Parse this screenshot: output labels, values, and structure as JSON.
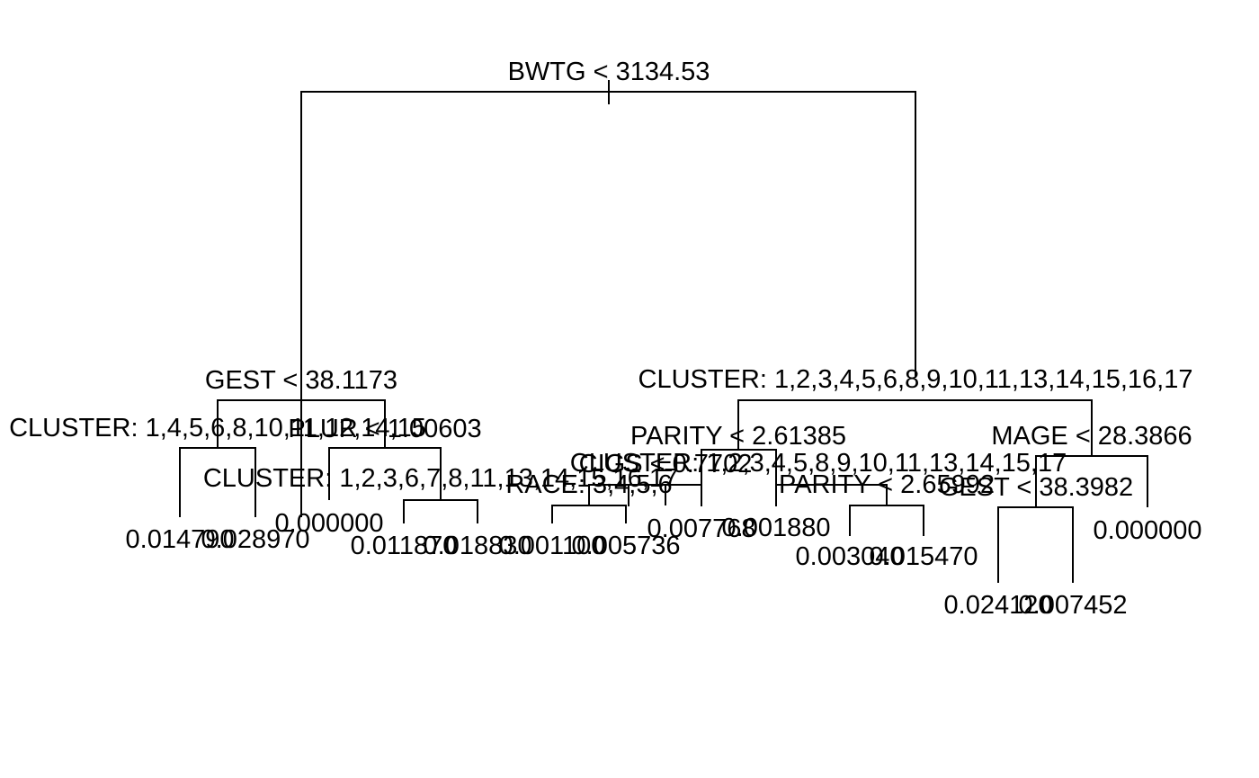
{
  "colors": {
    "line": "#000000",
    "text": "#000000",
    "background": "#ffffff"
  },
  "splits": {
    "root": "BWTG < 3134.53",
    "left": "GEST < 38.1173",
    "left_left": "CLUSTER: 1,4,5,6,8,10,11,12,14,15",
    "left_right": "PLUR < 1.00603",
    "left_right_right": "CLUSTER: 1,2,3,6,7,8,11,13,14,15,16,17",
    "right": "CLUSTER: 1,2,3,4,5,6,8,9,10,11,13,14,15,16,17",
    "right_left": "PARITY < 2.61385",
    "right_left_left": "CLUSTER: 1,2,3,4,5,8,9,10,11,13,14,15,17",
    "right_left_left_left": "CIGS < 0.7702",
    "right_left_left_left_left": "RACE: 3,4,5,6",
    "right_left_right": "PARITY < 2.65992",
    "right_right": "MAGE < 28.3866",
    "right_right_left": "GEST < 38.3982"
  },
  "leaves": {
    "ll_l": "0.014790",
    "ll_r": "0.028970",
    "lr_l": "0.000000",
    "lrr_l": "0.011870",
    "lrr_r": "0.018830",
    "rllll_l": "0.001100",
    "rllll_r": "0.005736",
    "rlll_r": "0.007768",
    "rll_r": "0.001880",
    "rlr_l": "0.003040",
    "rlr_r": "0.015470",
    "rrl_l": "0.024120",
    "rrl_r": "0.007452",
    "rr_r": "0.000000"
  }
}
